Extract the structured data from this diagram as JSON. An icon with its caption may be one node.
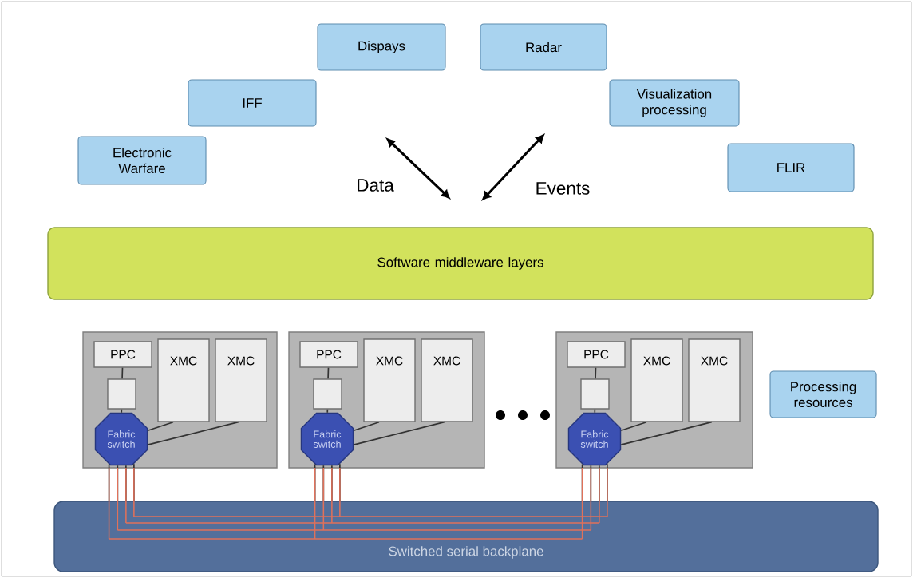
{
  "diagram": {
    "nodes": [
      {
        "text": [
          "Electronic Warfare"
        ]
      },
      {
        "text": [
          "IFF"
        ]
      },
      {
        "text": [
          "Dispays"
        ]
      },
      {
        "text": [
          "Radar"
        ]
      },
      {
        "text": [
          "Visualization processing"
        ]
      },
      {
        "text": [
          "FLIR"
        ]
      },
      {
        "text": [
          "Software middleware layers"
        ]
      },
      {
        "text": [],
        "shape": "box"
      },
      {
        "text": [
          "PPC"
        ],
        "in": 7
      },
      {
        "text": [
          "XMC"
        ],
        "in": 7
      },
      {
        "text": [
          "XMC"
        ],
        "in": 7
      },
      {
        "text": [],
        "shape": "box",
        "in": 7
      },
      {
        "text": [
          "Fabric switch"
        ],
        "in": 7
      },
      {
        "text": [],
        "shape": "box"
      },
      {
        "text": [
          "PPC"
        ],
        "in": 13
      },
      {
        "text": [
          "XMC"
        ],
        "in": 13
      },
      {
        "text": [
          "XMC"
        ],
        "in": 13
      },
      {
        "text": [],
        "shape": "box",
        "in": 13
      },
      {
        "text": [
          "Fabric switch"
        ],
        "in": 13
      },
      {
        "text": [],
        "shape": "box"
      },
      {
        "text": [
          "PPC"
        ],
        "in": 19
      },
      {
        "text": [
          "XMC"
        ],
        "in": 19
      },
      {
        "text": [
          "XMC"
        ],
        "in": 19
      },
      {
        "text": [],
        "shape": "box",
        "in": 19
      },
      {
        "text": [
          "Fabric switch"
        ],
        "in": 19
      },
      {
        "text": [
          "Processing resources"
        ]
      },
      {
        "text": [
          "Switched serial backplane"
        ]
      }
    ],
    "edges": [
      {
        "from": 8,
        "to": 11,
        "arrow": "none"
      },
      {
        "from": 11,
        "to": 12,
        "arrow": "none"
      },
      {
        "from": 12,
        "to": 9,
        "arrow": "none"
      },
      {
        "from": 12,
        "to": 10,
        "arrow": "none"
      },
      {
        "from": 12,
        "to": 26,
        "arrow": "none"
      },
      {
        "from": 12,
        "to": 26,
        "arrow": "none"
      },
      {
        "from": 12,
        "to": 26,
        "arrow": "none"
      },
      {
        "from": 12,
        "to": 26,
        "arrow": "none"
      },
      {
        "from": 14,
        "to": 17,
        "arrow": "none"
      },
      {
        "from": 17,
        "to": 18,
        "arrow": "none"
      },
      {
        "from": 18,
        "to": 15,
        "arrow": "none"
      },
      {
        "from": 18,
        "to": 16,
        "arrow": "none"
      },
      {
        "from": 18,
        "to": 26,
        "arrow": "none"
      },
      {
        "from": 18,
        "to": 26,
        "arrow": "none"
      },
      {
        "from": 18,
        "to": 26,
        "arrow": "none"
      },
      {
        "from": 18,
        "to": 26,
        "arrow": "none"
      },
      {
        "from": 20,
        "to": 23,
        "arrow": "none"
      },
      {
        "from": 23,
        "to": 24,
        "arrow": "none"
      },
      {
        "from": 24,
        "to": 21,
        "arrow": "none"
      },
      {
        "from": 24,
        "to": 22,
        "arrow": "none"
      },
      {
        "from": 24,
        "to": 26,
        "arrow": "none"
      },
      {
        "from": 24,
        "to": 26,
        "arrow": "none"
      },
      {
        "from": 24,
        "to": 26,
        "arrow": "none"
      },
      {
        "from": 24,
        "to": 26,
        "arrow": "none"
      }
    ],
    "labels": [
      "Data",
      "Events"
    ]
  }
}
